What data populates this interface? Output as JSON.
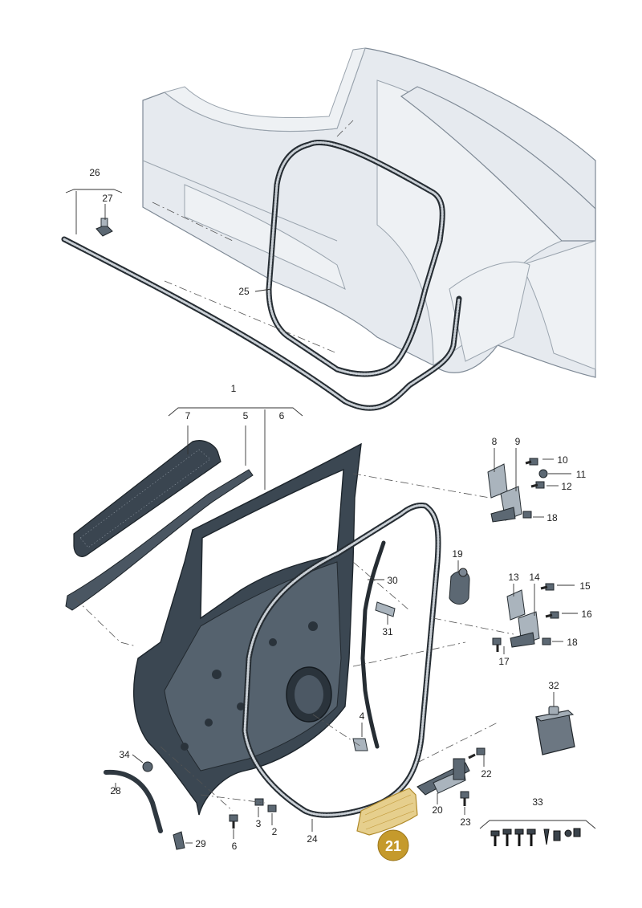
{
  "callouts": {
    "c1": "1",
    "c2": "2",
    "c3": "3",
    "c4": "4",
    "c5": "5",
    "c6": "6",
    "c6b": "6",
    "c7": "7",
    "c8": "8",
    "c9": "9",
    "c10": "10",
    "c11": "11",
    "c12": "12",
    "c13": "13",
    "c14": "14",
    "c15": "15",
    "c16": "16",
    "c17": "17",
    "c18a": "18",
    "c18b": "18",
    "c19": "19",
    "c20": "20",
    "c21": "21",
    "c22": "22",
    "c23": "23",
    "c24": "24",
    "c25": "25",
    "c26": "26",
    "c27": "27",
    "c28": "28",
    "c29": "29",
    "c30": "30",
    "c31": "31",
    "c32": "32",
    "c33": "33",
    "c34": "34"
  },
  "highlight": {
    "part": "21",
    "color": "#c59a2c",
    "fill_color": "#e6cf8d"
  }
}
